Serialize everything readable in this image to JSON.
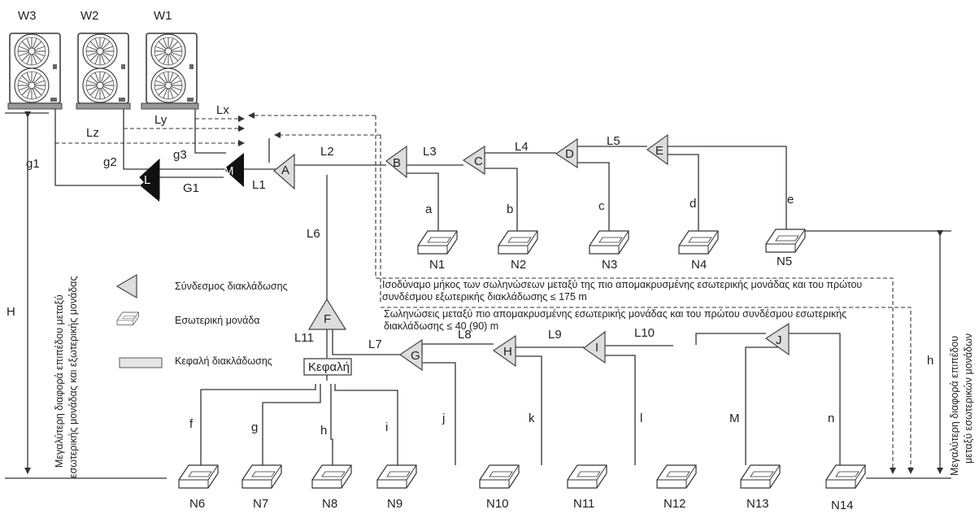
{
  "outdoor_units": [
    "W3",
    "W2",
    "W1"
  ],
  "joints": {
    "outdoor": [
      "L",
      "M"
    ],
    "indoor": [
      "A",
      "B",
      "C",
      "D",
      "E",
      "F",
      "G",
      "H",
      "I",
      "J"
    ]
  },
  "header_label": "Κεφαλή",
  "indoor_units": [
    "N1",
    "N2",
    "N3",
    "N4",
    "N5",
    "N6",
    "N7",
    "N8",
    "N9",
    "N10",
    "N11",
    "N12",
    "N13",
    "N14"
  ],
  "pipe_labels": {
    "main": [
      "L1",
      "L2",
      "L3",
      "L4",
      "L5",
      "L6",
      "L7",
      "L8",
      "L9",
      "L10",
      "L11",
      "G1"
    ],
    "outdoor": [
      "g1",
      "g2",
      "g3",
      "Lx",
      "Ly",
      "Lz"
    ],
    "branches_top": [
      "a",
      "b",
      "c",
      "d",
      "e"
    ],
    "branches_bottom": [
      "f",
      "g",
      "h",
      "i",
      "j",
      "k",
      "l",
      "M",
      "n"
    ]
  },
  "legend": {
    "joint": "Σύνδεσμος διακλάδωσης",
    "indoor": "Εσωτερική μονάδα",
    "header": "Κεφαλή διακλάδωσης"
  },
  "notes": {
    "equivalent_line1": "Ισοδύναμο μήκος των σωληνώσεων μεταξύ της πιο απομακρυσμένης εσωτερικής μονάδας και του πρώτου",
    "equivalent_line2": "συνδέσμου εξωτερικής διακλάδωσης ≤ 175 m",
    "piping_line1": "Σωληνώσεις μεταξύ πιο απομακρυσμένης εσωτερικής μονάδας και του πρώτου συνδέσμου εσωτερικής",
    "piping_line2": "διακλάδωσης ≤ 40 (90) m"
  },
  "height_labels": {
    "H": "H",
    "h": "h",
    "left_line1": "Μεγαλύτερη διαφορά επιπέδου μεταξύ",
    "left_line2": "εσωτερικής μονάδας και εξωτερικής μονάδας",
    "right_line1": "Μεγαλύτερη διαφορά επιπέδου",
    "right_line2": "μεταξύ εσωτερικών μονάδων"
  }
}
